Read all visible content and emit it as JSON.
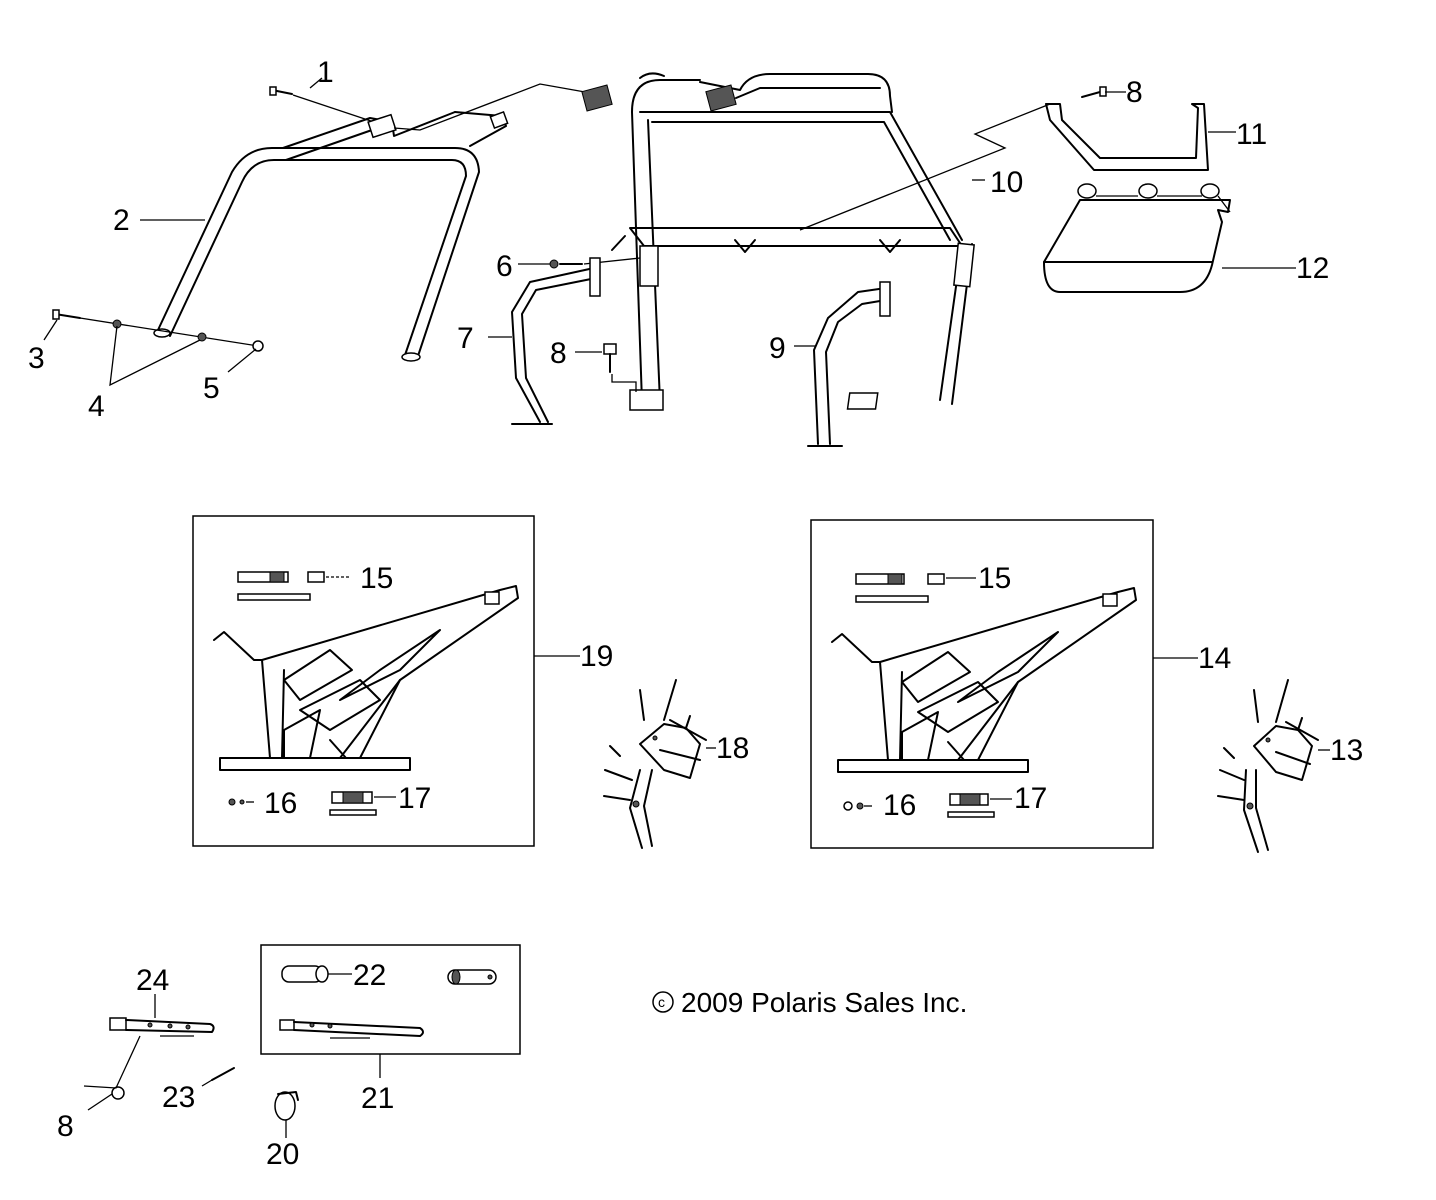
{
  "callouts": [
    {
      "id": "1",
      "label": "1"
    },
    {
      "id": "2",
      "label": "2"
    },
    {
      "id": "3",
      "label": "3"
    },
    {
      "id": "4",
      "label": "4"
    },
    {
      "id": "5",
      "label": "5"
    },
    {
      "id": "6",
      "label": "6"
    },
    {
      "id": "7",
      "label": "7"
    },
    {
      "id": "8a",
      "label": "8"
    },
    {
      "id": "8b",
      "label": "8"
    },
    {
      "id": "8c",
      "label": "8"
    },
    {
      "id": "9",
      "label": "9"
    },
    {
      "id": "10",
      "label": "10"
    },
    {
      "id": "11",
      "label": "11"
    },
    {
      "id": "12",
      "label": "12"
    },
    {
      "id": "13",
      "label": "13"
    },
    {
      "id": "14",
      "label": "14"
    },
    {
      "id": "15a",
      "label": "15"
    },
    {
      "id": "15b",
      "label": "15"
    },
    {
      "id": "16a",
      "label": "16"
    },
    {
      "id": "16b",
      "label": "16"
    },
    {
      "id": "17a",
      "label": "17"
    },
    {
      "id": "17b",
      "label": "17"
    },
    {
      "id": "18",
      "label": "18"
    },
    {
      "id": "19",
      "label": "19"
    },
    {
      "id": "20",
      "label": "20"
    },
    {
      "id": "21",
      "label": "21"
    },
    {
      "id": "22",
      "label": "22"
    },
    {
      "id": "23",
      "label": "23"
    },
    {
      "id": "24",
      "label": "24"
    }
  ],
  "copyright": {
    "symbol": "c",
    "text": "2009 Polaris Sales Inc."
  }
}
